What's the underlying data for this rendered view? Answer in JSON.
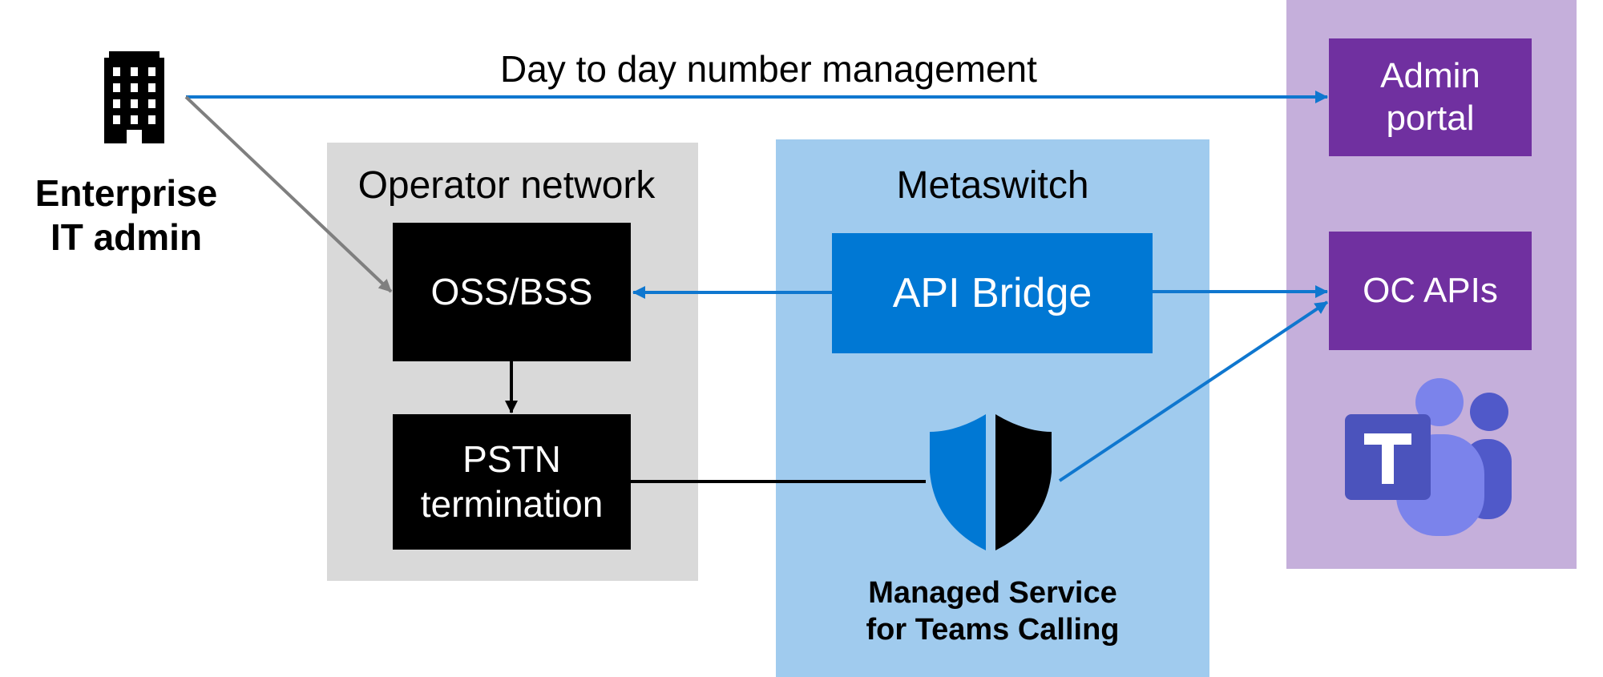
{
  "arrow_label": "Day to day number management",
  "enterprise": {
    "line1": "Enterprise",
    "line2": "IT admin",
    "icon": "building-icon"
  },
  "operator": {
    "label": "Operator network",
    "oss_bss": "OSS/BSS",
    "pstn_line1": "PSTN",
    "pstn_line2": "termination"
  },
  "metaswitch": {
    "label": "Metaswitch",
    "api_bridge": "API Bridge",
    "managed_line1": "Managed Service",
    "managed_line2": "for Teams Calling",
    "icon": "shield-icon"
  },
  "microsoft": {
    "admin_line1": "Admin",
    "admin_line2": "portal",
    "oc_apis": "OC APIs",
    "icon": "teams-logo-icon"
  },
  "colors": {
    "operator_bg": "#d9d9d9",
    "metaswitch_bg": "#a0cbee",
    "microsoft_bg": "#c5afdb",
    "purple": "#7030a0",
    "api_blue": "#0078d4",
    "arrow_blue": "#0f77cf",
    "arrow_gray": "#7f7f7f"
  }
}
